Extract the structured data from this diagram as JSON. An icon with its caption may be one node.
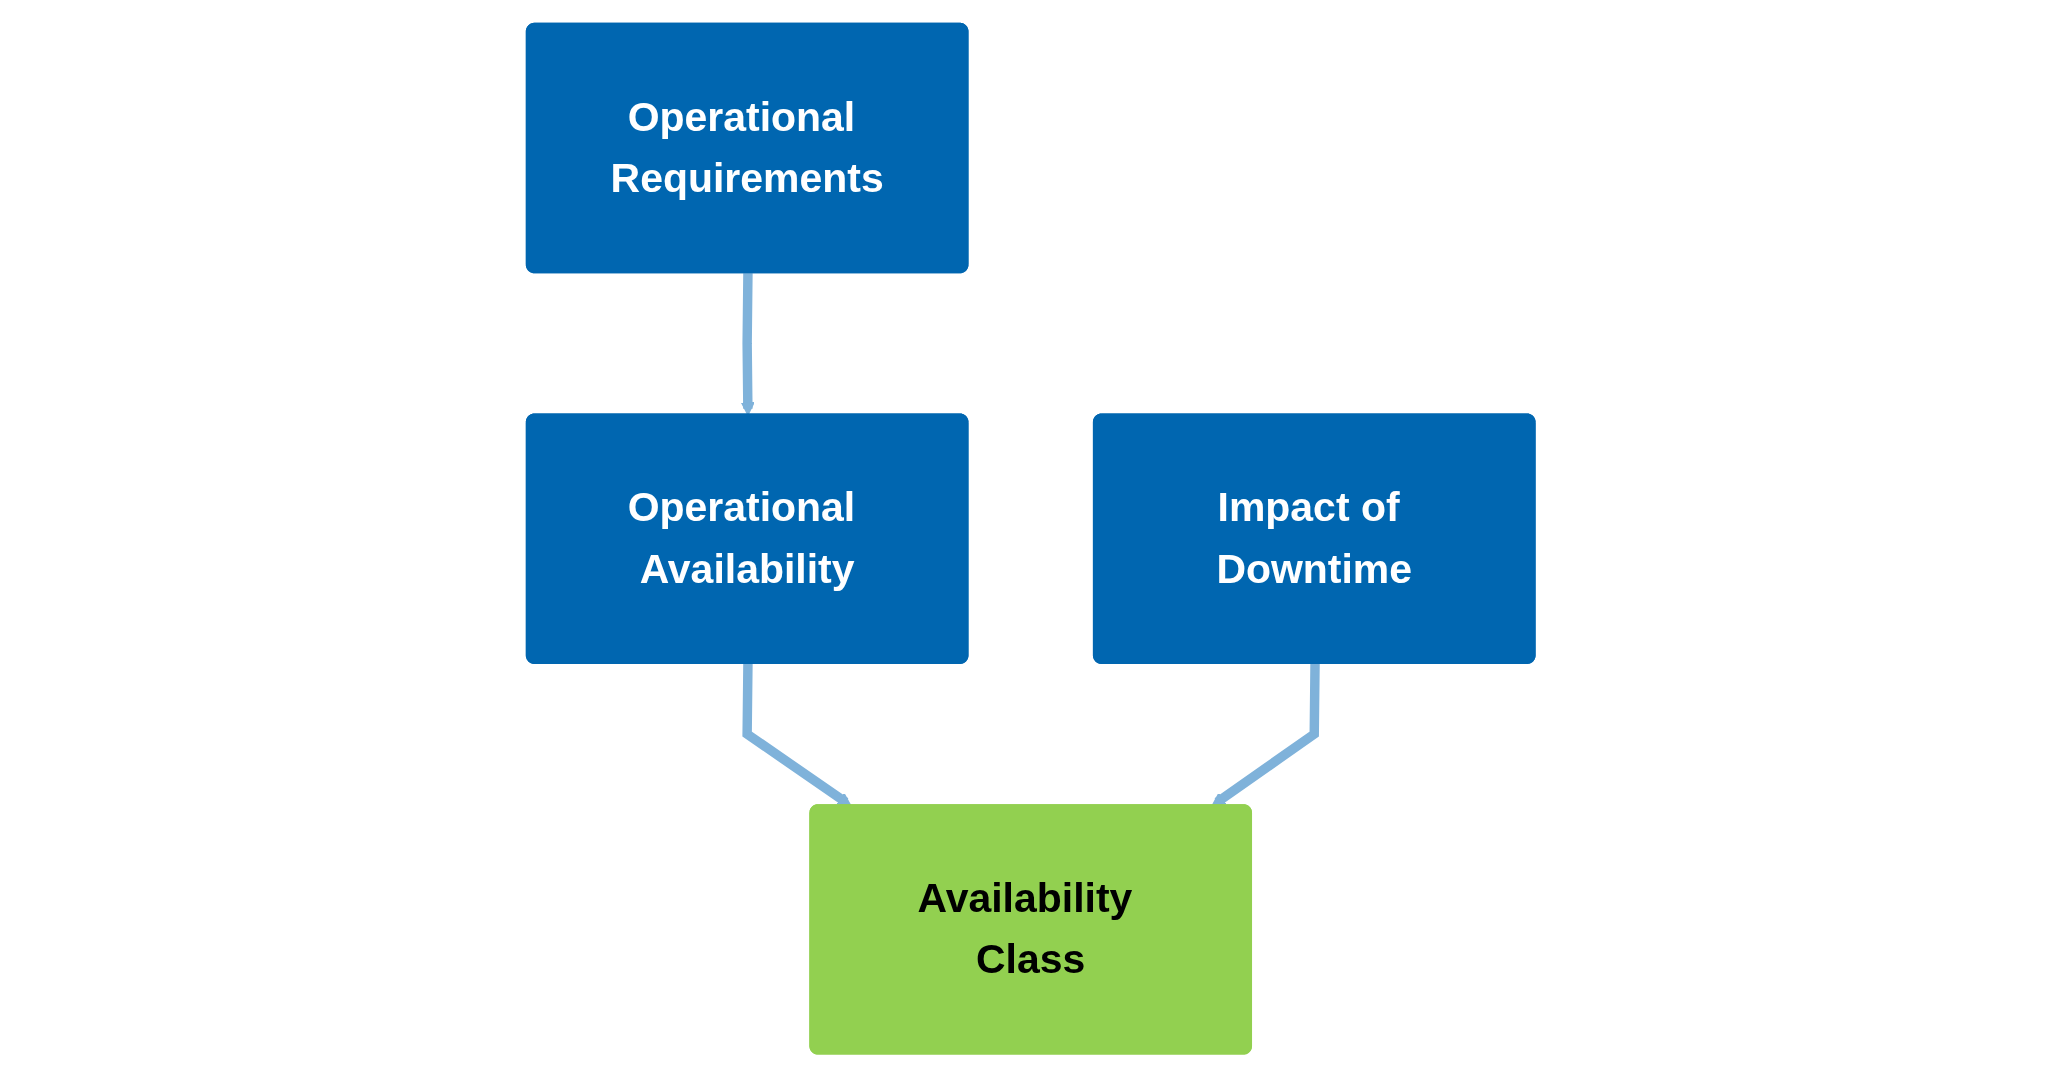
{
  "diagram": {
    "nodes": [
      {
        "text": [
          "Operational Requirements"
        ]
      },
      {
        "text": [
          "Operational Availability"
        ]
      },
      {
        "text": [
          "Impact of Downtime"
        ]
      },
      {
        "text": [
          "Availability Class"
        ]
      }
    ],
    "edges": [
      {
        "from": 0,
        "to": 1,
        "arrow": "to"
      },
      {
        "from": 1,
        "to": 3,
        "arrow": "to"
      },
      {
        "from": 2,
        "to": 3,
        "arrow": "to"
      }
    ]
  }
}
